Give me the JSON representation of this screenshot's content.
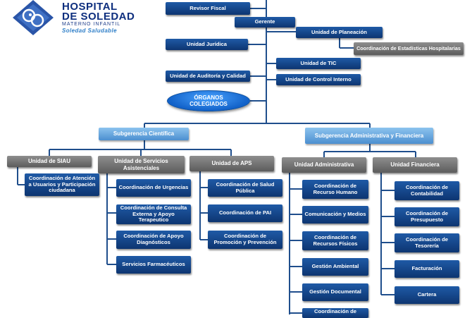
{
  "logo": {
    "line1": "HOSPITAL",
    "line2": "DE SOLEDAD",
    "line3": "MATERNO INFANTIL",
    "line4": "Soledad Saludable"
  },
  "nodes": {
    "revisor_fiscal": "Revisor Fiscal",
    "gerente": "Gerente",
    "unidad_planeacion": "Unidad de Planeación",
    "coord_estadisticas": "Coordinación de Estadísticas Hospitalarias",
    "unidad_juridica": "Unidad Jurídica",
    "unidad_tic": "Unidad de TIC",
    "unidad_auditoria": "Unidad de Auditoría y Calidad",
    "unidad_control": "Unidad de Control Interno",
    "organos": "ÓRGANOS COLEGIADOS",
    "subgerencia_cientifica": "Subgerencia Científica",
    "subgerencia_admin": "Subgerencia Administrativa y Financiera",
    "unidad_siau": "Unidad de SIAU",
    "unidad_servicios": "Unidad de Servicios Asistenciales",
    "unidad_aps": "Unidad de APS",
    "unidad_administrativa": "Unidad Administrativa",
    "unidad_financiera": "Unidad Financiera",
    "coord_atencion": "Coordinación de Atención a Usuarios y Participación ciudadana",
    "coord_urgencias": "Coordinación de Urgencias",
    "coord_consulta": "Coordinación de Consulta Externa y Apoyo Terapeutico",
    "coord_apoyo_diag": "Coordinación de Apoyo Diagnósticos",
    "servicios_farma": "Servicios Farmacéuticos",
    "coord_salud_publica": "Coordinación de Salud Pública",
    "coord_pai": "Coordinación de PAI",
    "coord_promocion": "Coordinación de Promoción y Prevención",
    "coord_rrhh": "Coordinación de Recurso Humano",
    "comunicacion": "Comunicación y Medios",
    "coord_rec_fisicos": "Coordinación de Recursos Físicos",
    "gestion_ambiental": "Gestión Ambiental",
    "gestion_documental": "Gestión Documental",
    "coord_partial": "Coordinación de",
    "coord_contabilidad": "Coordinación de Contabilidad",
    "coord_presupuesto": "Coordinación de Presupuesto",
    "coord_tesoreria": "Coordinación de Tesorería",
    "facturacion": "Facturación",
    "cartera": "Cartera"
  },
  "colors": {
    "connector": "#1f4e8c",
    "navy": "#0d3571",
    "light_blue": "#6fa8dc",
    "gray": "#7a7a7a",
    "logo_text": "#0d2e7e"
  },
  "icons": {
    "logo_mark": "hospital-logo-icon"
  }
}
